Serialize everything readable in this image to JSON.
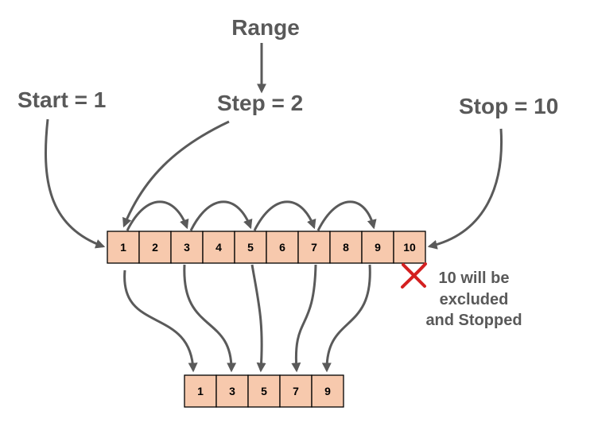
{
  "labels": {
    "range": "Range",
    "start": "Start = 1",
    "step": "Step = 2",
    "stop": "Stop = 10"
  },
  "sequence": [
    "1",
    "2",
    "3",
    "4",
    "5",
    "6",
    "7",
    "8",
    "9",
    "10"
  ],
  "result": [
    "1",
    "3",
    "5",
    "7",
    "9"
  ],
  "note": {
    "line1": "10 will be",
    "line2": "excluded",
    "line3": "and Stopped"
  },
  "colors": {
    "cell_fill": "#f7c9ad",
    "arrow": "#5a5a5a",
    "label": "#595959",
    "cross": "#d42020"
  }
}
